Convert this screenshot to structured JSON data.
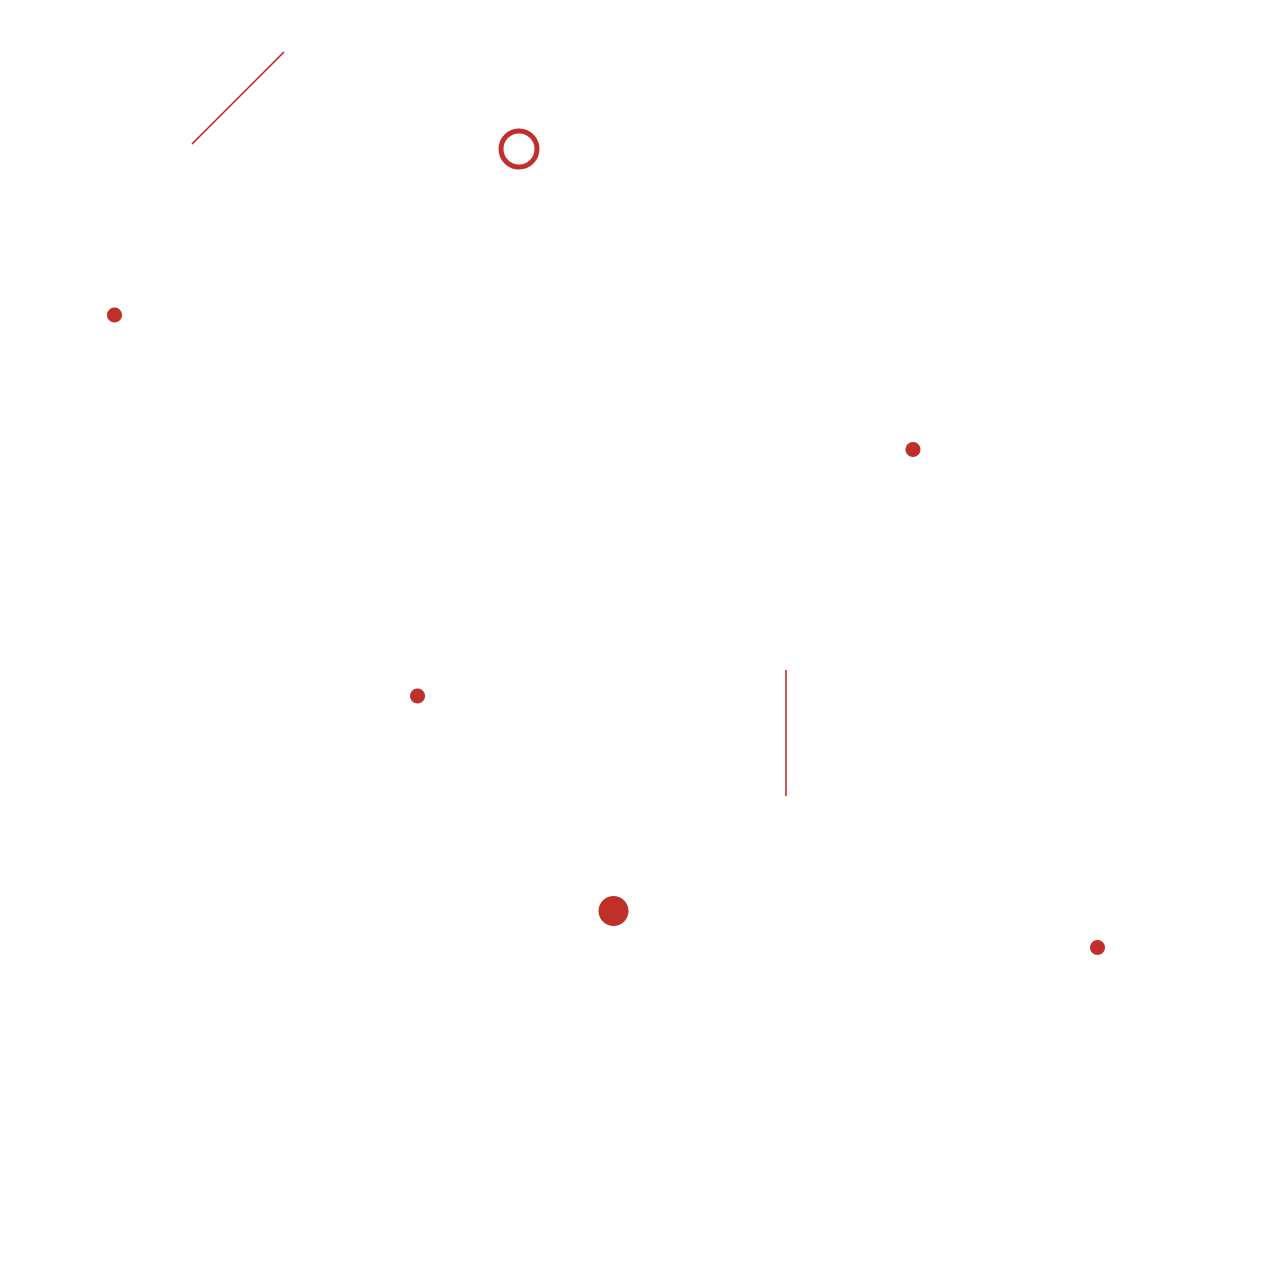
{
  "background_color": "#ffffff",
  "accent_color": "#c0302b",
  "shapes": [
    {
      "kind": "diagonal-line",
      "name": "diagonal-line-decoration"
    },
    {
      "kind": "ring",
      "name": "ring-decoration"
    },
    {
      "kind": "dot",
      "name": "dot-decoration"
    },
    {
      "kind": "dot",
      "name": "dot-decoration"
    },
    {
      "kind": "dot",
      "name": "dot-decoration"
    },
    {
      "kind": "vertical-line",
      "name": "vertical-line-decoration"
    },
    {
      "kind": "large-dot",
      "name": "large-dot-decoration"
    },
    {
      "kind": "dot",
      "name": "dot-decoration"
    }
  ]
}
